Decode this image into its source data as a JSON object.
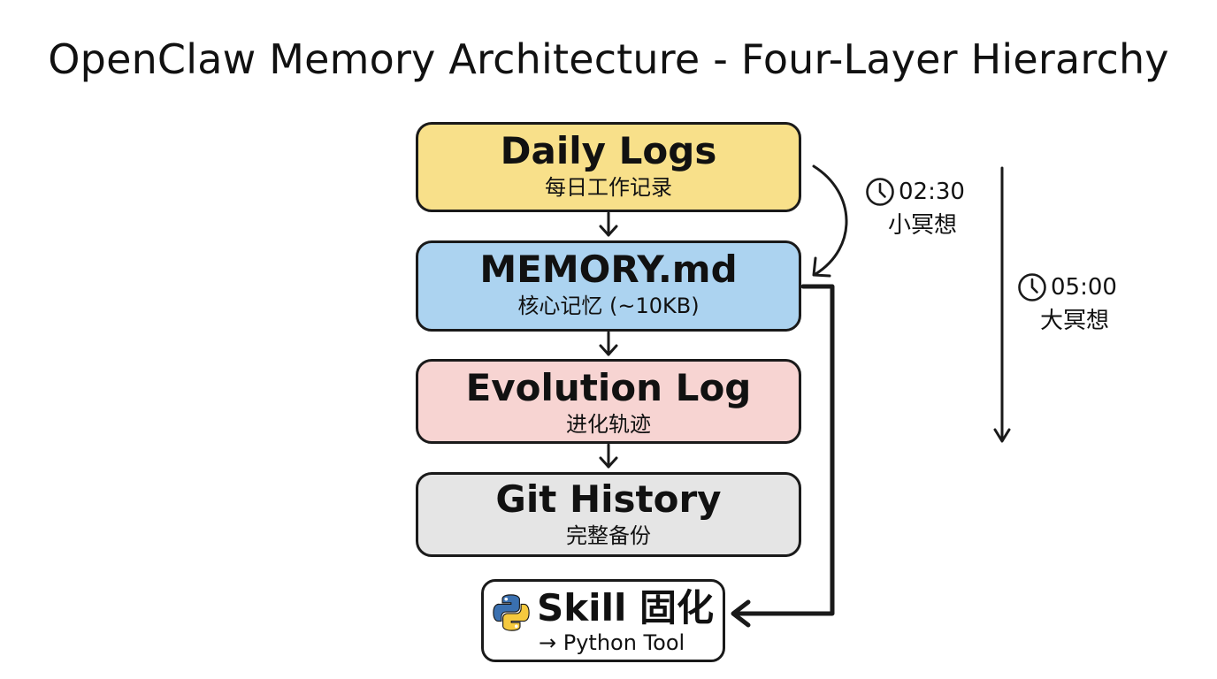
{
  "title": "OpenClaw Memory Architecture - Four-Layer Hierarchy",
  "colors": {
    "daily_logs": "#f8e08a",
    "memory_md": "#acd3f0",
    "evolution_log": "#f7d4d2",
    "git_history": "#e5e5e5",
    "outline": "#1a1a1a"
  },
  "layers": [
    {
      "name": "Daily Logs",
      "subtitle": "每日工作记录"
    },
    {
      "name": "MEMORY.md",
      "subtitle": "核心记忆 (~10KB)"
    },
    {
      "name": "Evolution Log",
      "subtitle": "进化轨迹"
    },
    {
      "name": "Git History",
      "subtitle": "完整备份"
    }
  ],
  "skill": {
    "name": "Skill 固化",
    "subtitle": "→ Python Tool",
    "icon": "python-logo-icon"
  },
  "schedules": [
    {
      "time": "02:30",
      "label": "小冥想",
      "icon": "clock-icon"
    },
    {
      "time": "05:00",
      "label": "大冥想",
      "icon": "clock-icon"
    }
  ]
}
